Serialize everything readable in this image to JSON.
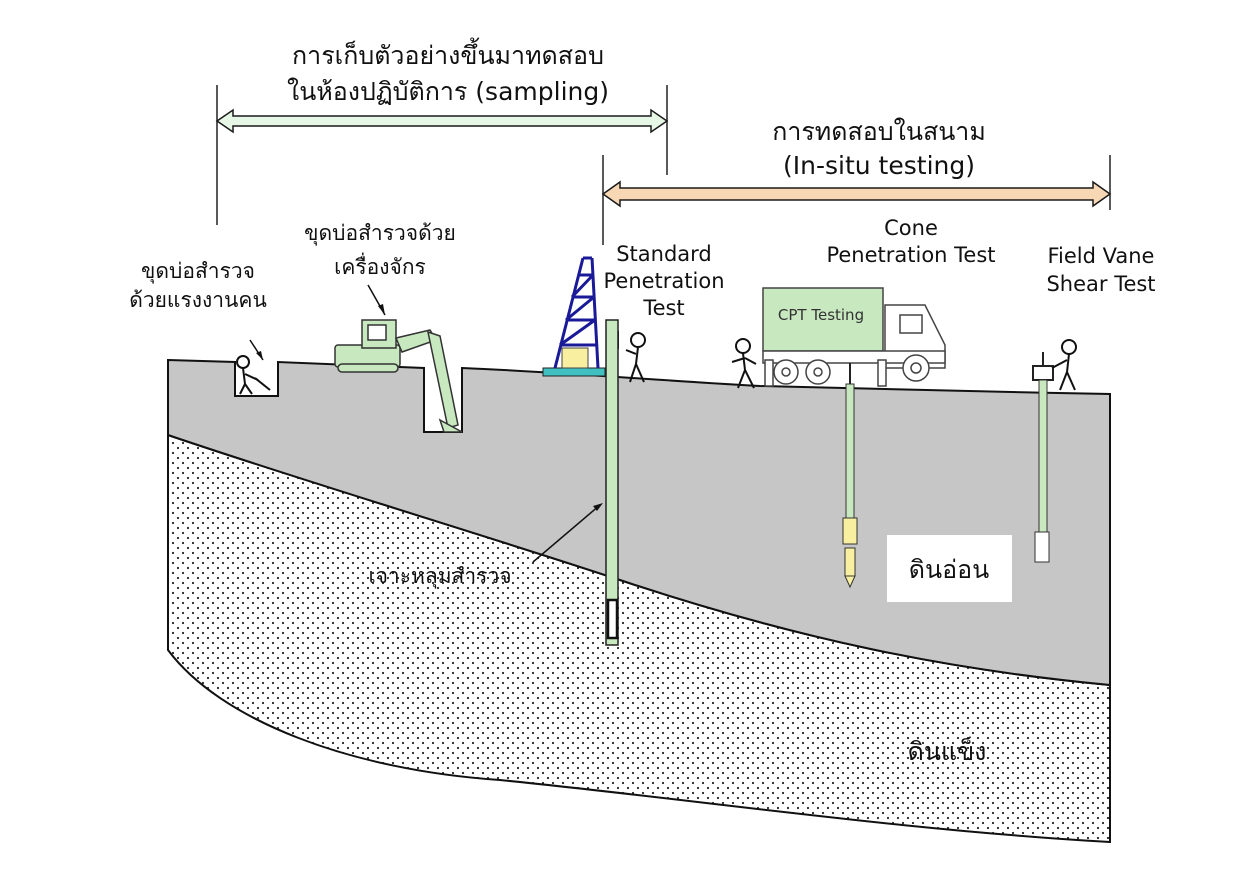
{
  "sampling": {
    "line1": "การเก็บตัวอย่างขึ้นมาทดสอบ",
    "line2": "ในห้องปฏิบัติการ (sampling)",
    "arrow_color": "#e6f7e6"
  },
  "insitu": {
    "line1": "การทดสอบในสนาม",
    "line2": "(In-situ testing)",
    "arrow_color": "#f8d8b4"
  },
  "methods": {
    "hand_pit_line1": "ขุดบ่อสำรวจ",
    "hand_pit_line2": "ด้วยแรงงานคน",
    "machine_pit_line1": "ขุดบ่อสำรวจด้วย",
    "machine_pit_line2": "เครื่องจักร",
    "spt_line1": "Standard",
    "spt_line2": "Penetration",
    "spt_line3": "Test",
    "cpt_line1": "Cone",
    "cpt_line2": "Penetration Test",
    "vane_line1": "Field Vane",
    "vane_line2": "Shear Test",
    "borehole": "เจาะหลุมสำรวจ",
    "truck_label": "CPT Testing"
  },
  "layers": {
    "soft_soil": "ดินอ่อน",
    "stiff_soil": "ดินแข็ง",
    "soft_color": "#c6c6c6",
    "equipment_color": "#c8e8c0",
    "rig_color": "#1a1a99"
  }
}
